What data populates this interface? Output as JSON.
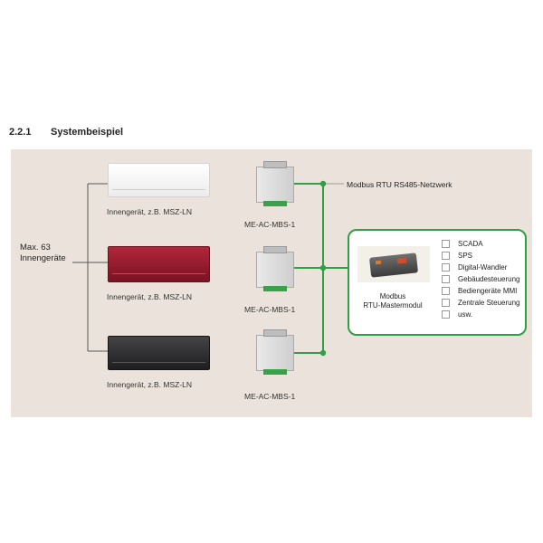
{
  "section": {
    "number": "2.2.1",
    "title": "Systembeispiel"
  },
  "max_label": [
    "Max. 63",
    "Innengeräte"
  ],
  "indoor_units": [
    {
      "label": "Innengerät, z.B. MSZ-LN",
      "color": "#f4f4f4"
    },
    {
      "label": "Innengerät, z.B. MSZ-LN",
      "color": "#9e1b2c"
    },
    {
      "label": "Innengerät, z.B. MSZ-LN",
      "color": "#2e2e30"
    }
  ],
  "modules": [
    {
      "label": "ME-AC-MBS-1"
    },
    {
      "label": "ME-AC-MBS-1"
    },
    {
      "label": "ME-AC-MBS-1"
    }
  ],
  "network_label": "Modbus RTU RS485-Netzwerk",
  "master": {
    "label": [
      "Modbus",
      "RTU-Mastermodul"
    ],
    "items": [
      "SCADA",
      "SPS",
      "Digital-Wandler",
      "Gebäudesteuerung",
      "Bediengeräte MMI",
      "Zentrale Steuerung",
      "usw."
    ]
  },
  "colors": {
    "network_line": "#2fa044",
    "tree_line": "#555555",
    "panel": "#ebe3db"
  }
}
